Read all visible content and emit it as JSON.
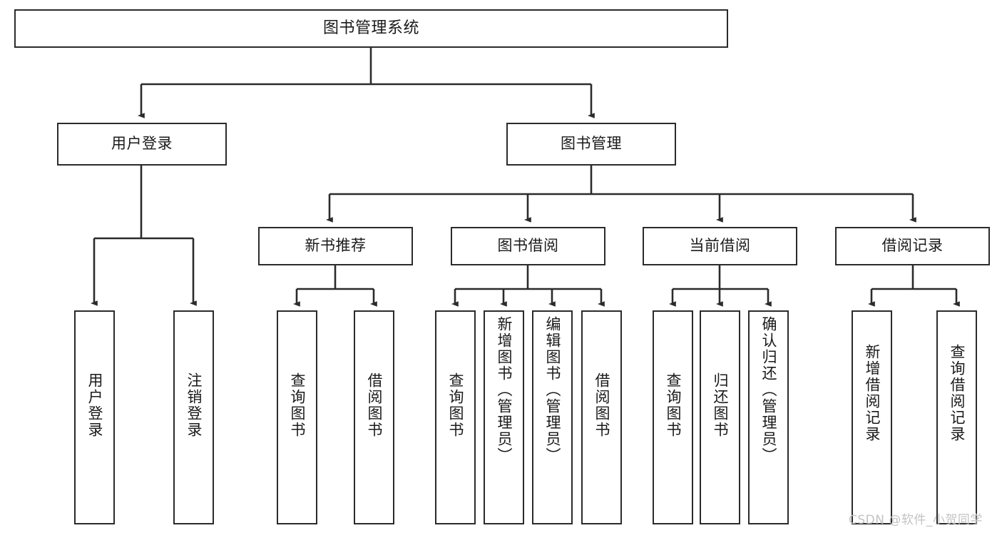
{
  "diagram": {
    "title": "图书管理系统",
    "type": "tree-hierarchy",
    "colors": {
      "node_border": "#2b2b2b",
      "node_fill": "#ffffff",
      "edge": "#2b2b2b",
      "text": "#1a1a1a",
      "watermark": "#c3c3c3",
      "background": "#ffffff"
    }
  },
  "nodes": {
    "root": {
      "label": "图书管理系统"
    },
    "level2": [
      {
        "label": "用户登录"
      },
      {
        "label": "图书管理"
      }
    ],
    "level3": [
      {
        "label": "新书推荐"
      },
      {
        "label": "图书借阅"
      },
      {
        "label": "当前借阅"
      },
      {
        "label": "借阅记录"
      }
    ],
    "leaves": {
      "user_login": [
        {
          "label": "用户登录"
        },
        {
          "label": "注销登录"
        }
      ],
      "new_book": [
        {
          "label": "查询图书"
        },
        {
          "label": "借阅图书"
        }
      ],
      "book_borrow": [
        {
          "label": "查询图书"
        },
        {
          "label": "新增图书（管理员）"
        },
        {
          "label": "编辑图书（管理员）"
        },
        {
          "label": "借阅图书"
        }
      ],
      "current_borrow": [
        {
          "label": "查询图书"
        },
        {
          "label": "归还图书"
        },
        {
          "label": "确认归还（管理员）"
        }
      ],
      "borrow_record": [
        {
          "label": "新增借阅记录"
        },
        {
          "label": "查询借阅记录"
        }
      ]
    }
  },
  "watermark": {
    "text": "CSDN @软件_小贺同学"
  }
}
